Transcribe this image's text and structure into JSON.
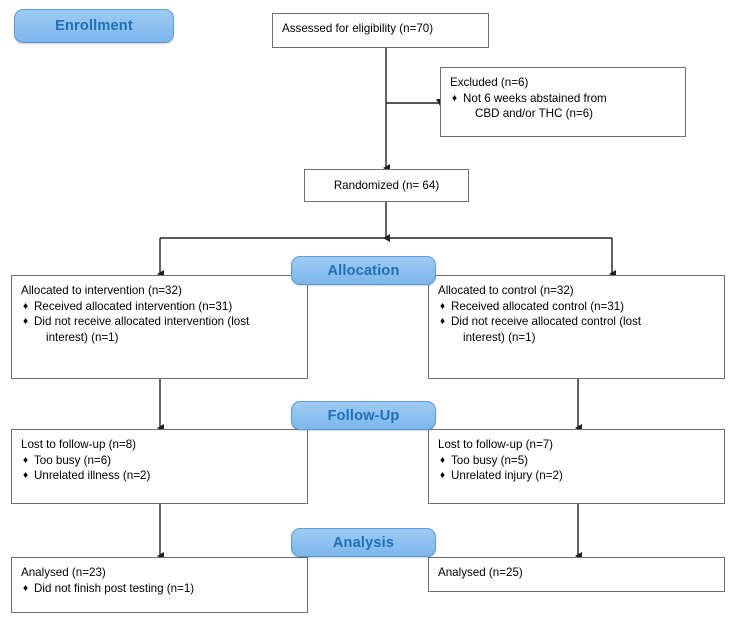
{
  "diagram": {
    "type": "consort-flow-diagram",
    "accent_color": "#7db6ec",
    "accent_border_color": "#5b9bd5",
    "accent_text_color": "#1f6fb5",
    "box_border_color": "#6f6f6f"
  },
  "stages": {
    "enrollment": "Enrollment",
    "allocation": "Allocation",
    "followup": "Follow-Up",
    "analysis": "Analysis"
  },
  "nodes": {
    "assessed": {
      "title": "Assessed for eligibility (n=70)",
      "items": []
    },
    "excluded": {
      "title": "Excluded (n=6)",
      "items": [
        {
          "line1": "Not 6 weeks abstained from",
          "line2": "CBD and/or THC (n=6)"
        }
      ]
    },
    "randomized": {
      "title": "Randomized (n= 64)",
      "items": []
    },
    "allocated_intervention": {
      "title": "Allocated to intervention (n=32)",
      "items": [
        {
          "line1": "Received allocated intervention (n=31)",
          "line2": ""
        },
        {
          "line1": "Did not receive allocated intervention (lost",
          "line2": "interest) (n=1)"
        }
      ]
    },
    "allocated_control": {
      "title": "Allocated to control (n=32)",
      "items": [
        {
          "line1": "Received allocated control (n=31)",
          "line2": ""
        },
        {
          "line1": "Did not receive allocated control (lost",
          "line2": "interest) (n=1)"
        }
      ]
    },
    "followup_intervention": {
      "title": "Lost to follow-up (n=8)",
      "items": [
        {
          "line1": "Too busy (n=6)",
          "line2": ""
        },
        {
          "line1": "Unrelated illness (n=2)",
          "line2": ""
        }
      ]
    },
    "followup_control": {
      "title": "Lost to follow-up (n=7)",
      "items": [
        {
          "line1": "Too busy (n=5)",
          "line2": ""
        },
        {
          "line1": "Unrelated injury (n=2)",
          "line2": ""
        }
      ]
    },
    "analysed_intervention": {
      "title": "Analysed (n=23)",
      "items": [
        {
          "line1": "Did not finish post testing (n=1)",
          "line2": ""
        }
      ]
    },
    "analysed_control": {
      "title": "Analysed (n=25)",
      "items": []
    }
  },
  "bullet_glyph": "♦"
}
